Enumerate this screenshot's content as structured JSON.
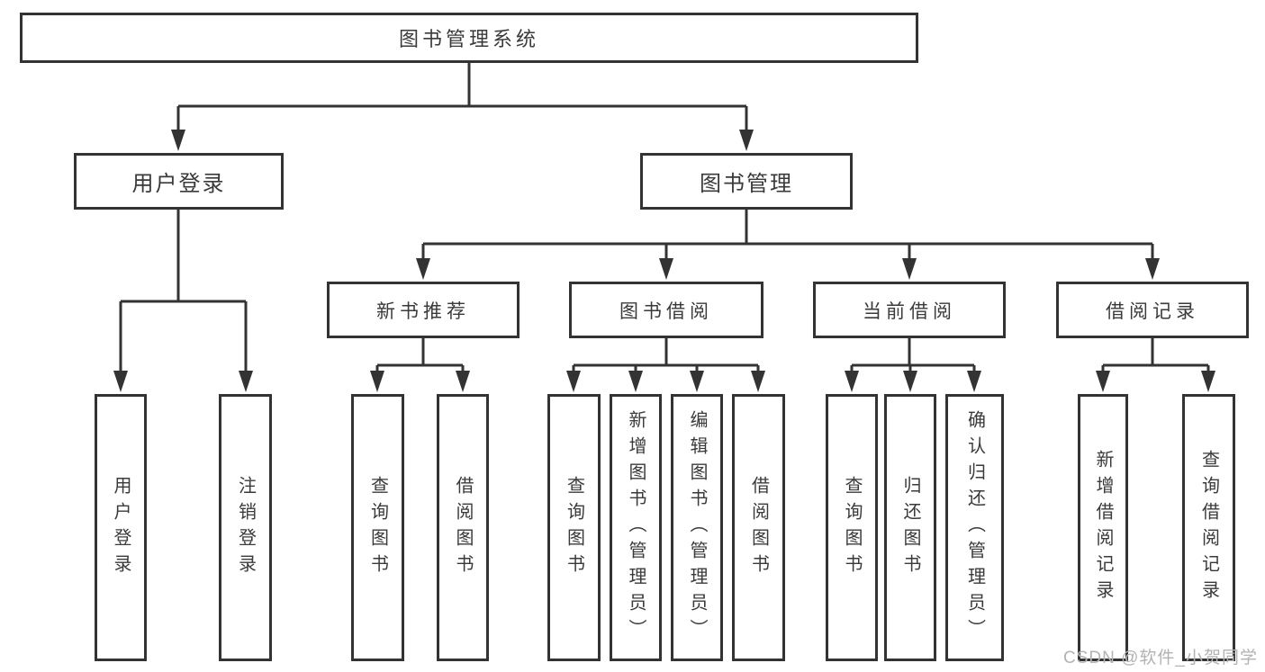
{
  "tree": {
    "root": {
      "label": "图书管理系统"
    },
    "children": [
      {
        "label": "用户登录",
        "children": [
          {
            "label": "用户登录"
          },
          {
            "label": "注销登录"
          }
        ]
      },
      {
        "label": "图书管理",
        "children": [
          {
            "label": "新书推荐",
            "children": [
              {
                "label": "查询图书"
              },
              {
                "label": "借阅图书"
              }
            ]
          },
          {
            "label": "图书借阅",
            "children": [
              {
                "label": "查询图书"
              },
              {
                "label": "新增图书（管理员）"
              },
              {
                "label": "编辑图书（管理员）"
              },
              {
                "label": "借阅图书"
              }
            ]
          },
          {
            "label": "当前借阅",
            "children": [
              {
                "label": "查询图书"
              },
              {
                "label": "归还图书"
              },
              {
                "label": "确认归还（管理员）"
              }
            ]
          },
          {
            "label": "借阅记录",
            "children": [
              {
                "label": "新增借阅记录"
              },
              {
                "label": "查询借阅记录"
              }
            ]
          }
        ]
      }
    ]
  },
  "watermark": "CSDN @软件_小贺同学",
  "colors": {
    "line": "#333333",
    "border": "#333333",
    "text": "#3a3a3a",
    "background": "#ffffff",
    "watermark": "#b3b3b3"
  }
}
